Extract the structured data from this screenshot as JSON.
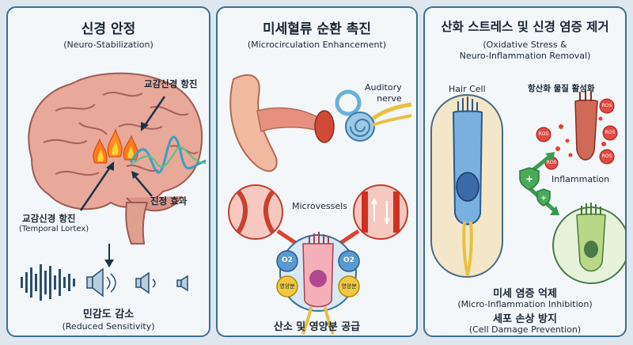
{
  "panel1": {
    "title": "신경 안정",
    "subtitle": "(Neuro-Stabilization)",
    "label_top_right": "교감신경 항진",
    "label_bottom_left": "교감신경 항진",
    "label_bottom_left_sub": "(Temporal Lortex)",
    "label_calming": "진정 효과",
    "footer_title": "민감도 감소",
    "footer_sub": "(Reduced Sensitivity)"
  },
  "panel2": {
    "title": "미세혈류 순환 촉진",
    "subtitle": "(Microcirculation Enhancement)",
    "label_nerve": "Auditory\nnerve",
    "label_microvessels": "Microvessels",
    "o2_left": "O2",
    "o2_right": "O2",
    "nutrient_left": "영양분",
    "nutrient_right": "영양분",
    "footer": "산소 및 영양분 공급"
  },
  "panel3": {
    "title": "산화 스트레스 및 신경 염증 제거",
    "subtitle_line1": "(Oxidative Stress &",
    "subtitle_line2": "Neuro-Inflammation Removal)",
    "label_hair_cell": "Hair Cell",
    "label_antioxidant": "항산화 물질 활성화",
    "label_inflammation": "Inflammation",
    "ros": [
      "ROS",
      "ROS",
      "ROS",
      "ROS",
      "ROS"
    ],
    "footer1": "미세 염증 억제",
    "footer1_sub": "(Micro-Inflammation Inhibition)",
    "footer2": "세포 손상 방지",
    "footer2_sub": "(Cell Damage Prevention)"
  }
}
